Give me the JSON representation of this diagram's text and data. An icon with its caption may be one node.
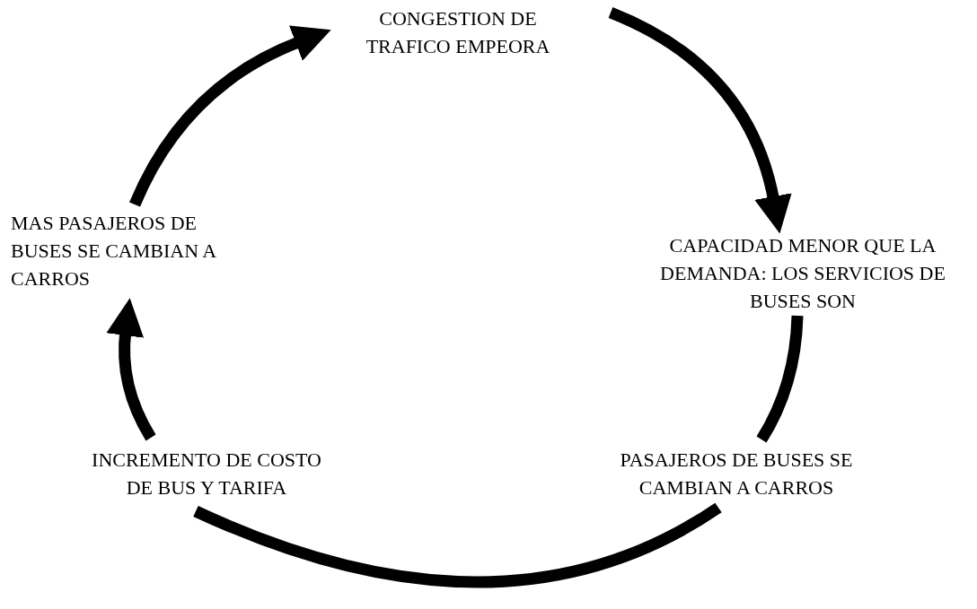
{
  "diagram": {
    "nodes": [
      {
        "text": [
          "CONGESTION DE TRAFICO EMPEORA"
        ]
      },
      {
        "text": [
          "CAPACIDAD MENOR QUE LA DEMANDA: LOS SERVICIOS DE BUSES SON"
        ]
      },
      {
        "text": [
          "PASAJEROS DE BUSES SE CAMBIAN A CARROS"
        ]
      },
      {
        "text": [
          "INCREMENTO DE COSTO DE BUS Y TARIFA"
        ]
      },
      {
        "text": [
          "MAS PASAJEROS DE BUSES SE CAMBIAN A CARROS"
        ]
      }
    ],
    "edges": [
      {
        "from": 0,
        "to": 1,
        "arrow": "to"
      },
      {
        "from": 1,
        "to": 2,
        "arrow": "none"
      },
      {
        "from": 2,
        "to": 3,
        "arrow": "none"
      },
      {
        "from": 3,
        "to": 4,
        "arrow": "to"
      },
      {
        "from": 4,
        "to": 0,
        "arrow": "to"
      }
    ]
  }
}
